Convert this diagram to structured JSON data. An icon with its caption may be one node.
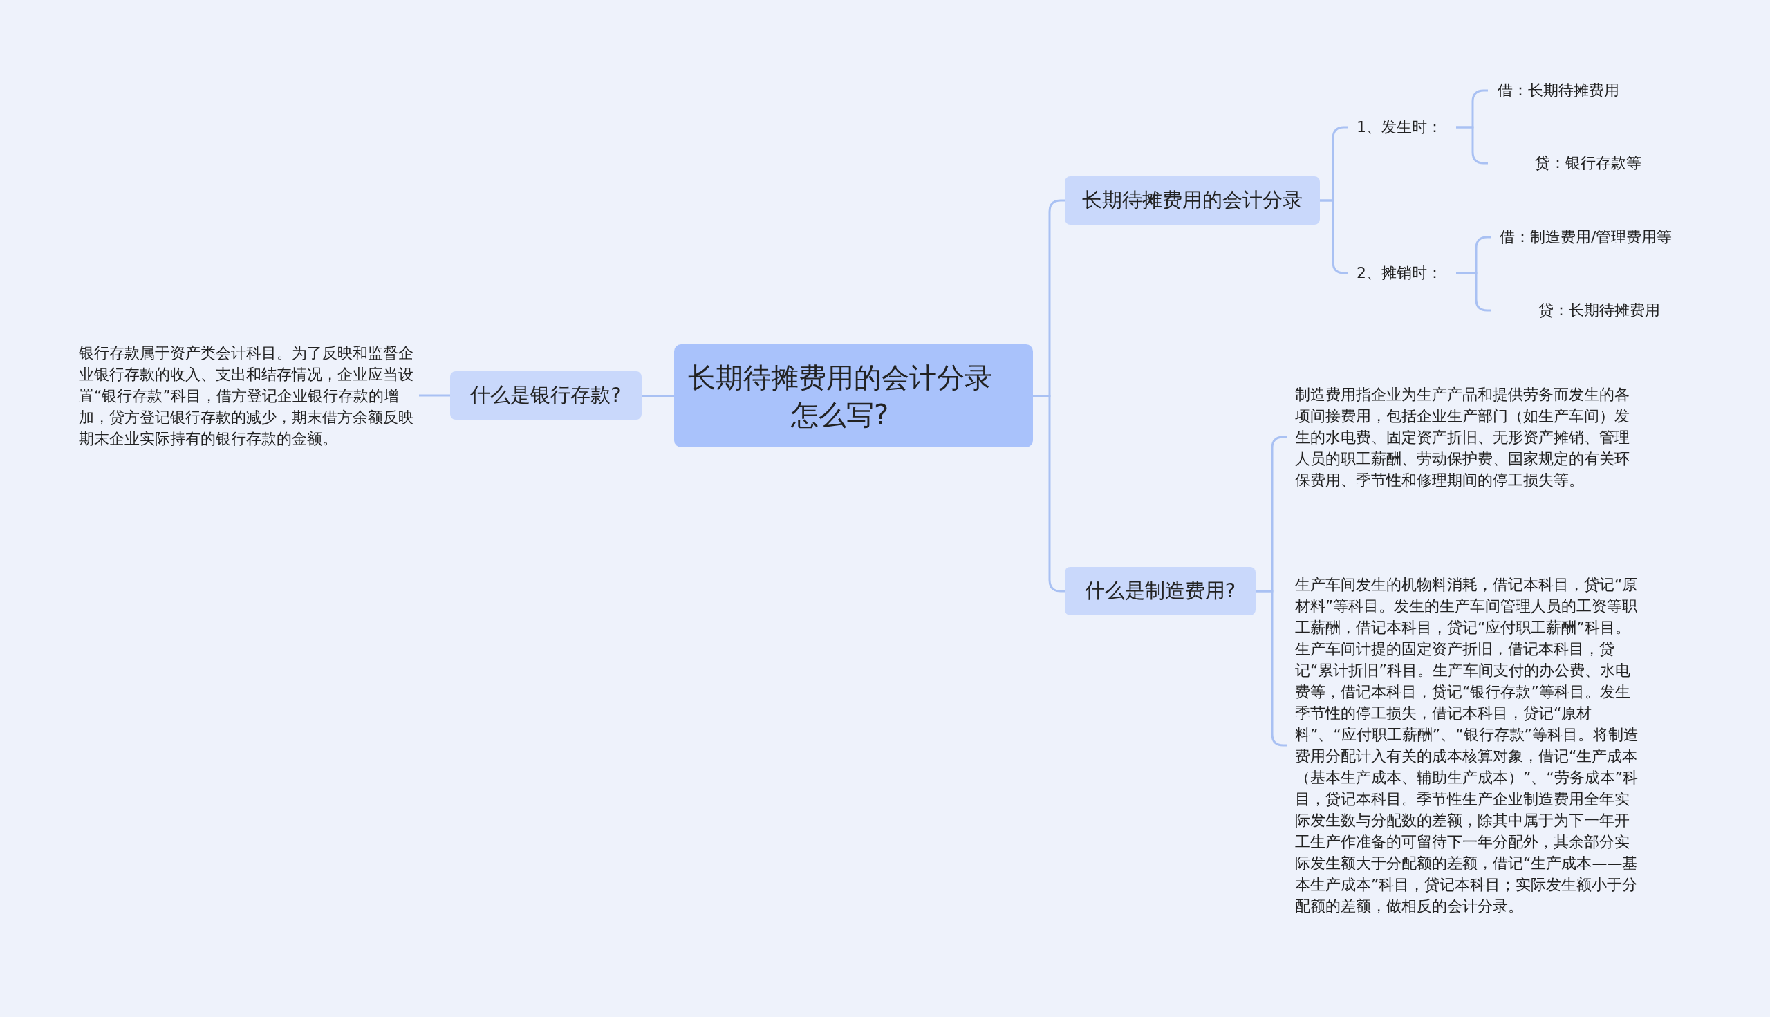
{
  "diagram": {
    "nodes": [
      {
        "text": [
          "长期待摊费用的会计分录怎么写?"
        ]
      },
      {
        "text": [
          "长期待摊费用的会计分录"
        ]
      },
      {
        "text": [
          "1、发生时："
        ]
      },
      {
        "text": [
          "借：长期待摊费用"
        ]
      },
      {
        "text": [
          "贷：银行存款等"
        ]
      },
      {
        "text": [
          "2、摊销时："
        ]
      },
      {
        "text": [
          "借：制造费用/管理费用等"
        ]
      },
      {
        "text": [
          "贷：长期待摊费用"
        ]
      },
      {
        "text": [
          "什么是制造费用?"
        ]
      },
      {
        "text": [
          "制造费用指企业为生产产品和提供劳务而发生的各项间接费用，包括企业生产部门（如生产车间）发生的水电费、固定资产折旧、无形资产摊销、管理人员的职工薪酬、劳动保护费、国家规定的有关环保费用、季节性和修理期间的停工损失等。"
        ]
      },
      {
        "text": [
          "生产车间发生的机物料消耗，借记本科目，贷记“原材料”等科目。发生的生产车间管理人员的工资等职工薪酬，借记本科目，贷记“应付职工薪酬”科目。生产车间计提的固定资产折旧，借记本科目，贷记“累计折旧”科目。生产车间支付的办公费、水电费等，借记本科目，贷记“银行存款”等科目。发生季节性的停工损失，借记本科目，贷记“原材料”、“应付职工薪酬”、“银行存款”等科目。将制造费用分配计入有关的成本核算对象，借记“生产成本（基本生产成本、辅助生产成本）”、“劳务成本”科目，贷记本科目。季节性生产企业制造费用全年实际发生数与分配数的差额，除其中属于为下一年开工生产作准备的可留待下一年分配外，其余部分实际发生额大于分配额的差额，借记“生产成本——基本生产成本”科目，贷记本科目；实际发生额小于分配额的差额，做相反的会计分录。"
        ]
      },
      {
        "text": [
          "什么是银行存款?"
        ]
      },
      {
        "text": [
          "银行存款属于资产类会计科目。为了反映和监督企业银行存款的收入、支出和结存情况，企业应当设置“银行存款”科目，借方登记企业银行存款的增加，贷方登记银行存款的减少，期末借方余额反映期末企业实际持有的银行存款的金额。"
        ]
      }
    ],
    "edges": [
      {
        "from": 0,
        "to": 1,
        "arrow": "none"
      },
      {
        "from": 0,
        "to": 8,
        "arrow": "none"
      },
      {
        "from": 0,
        "to": 11,
        "arrow": "none"
      },
      {
        "from": 1,
        "to": 2,
        "arrow": "none"
      },
      {
        "from": 1,
        "to": 5,
        "arrow": "none"
      },
      {
        "from": 2,
        "to": 3,
        "arrow": "none"
      },
      {
        "from": 2,
        "to": 4,
        "arrow": "none"
      },
      {
        "from": 5,
        "to": 6,
        "arrow": "none"
      },
      {
        "from": 5,
        "to": 7,
        "arrow": "none"
      },
      {
        "from": 8,
        "to": 9,
        "arrow": "none"
      },
      {
        "from": 8,
        "to": 10,
        "arrow": "none"
      },
      {
        "from": 11,
        "to": 12,
        "arrow": "none"
      }
    ]
  }
}
